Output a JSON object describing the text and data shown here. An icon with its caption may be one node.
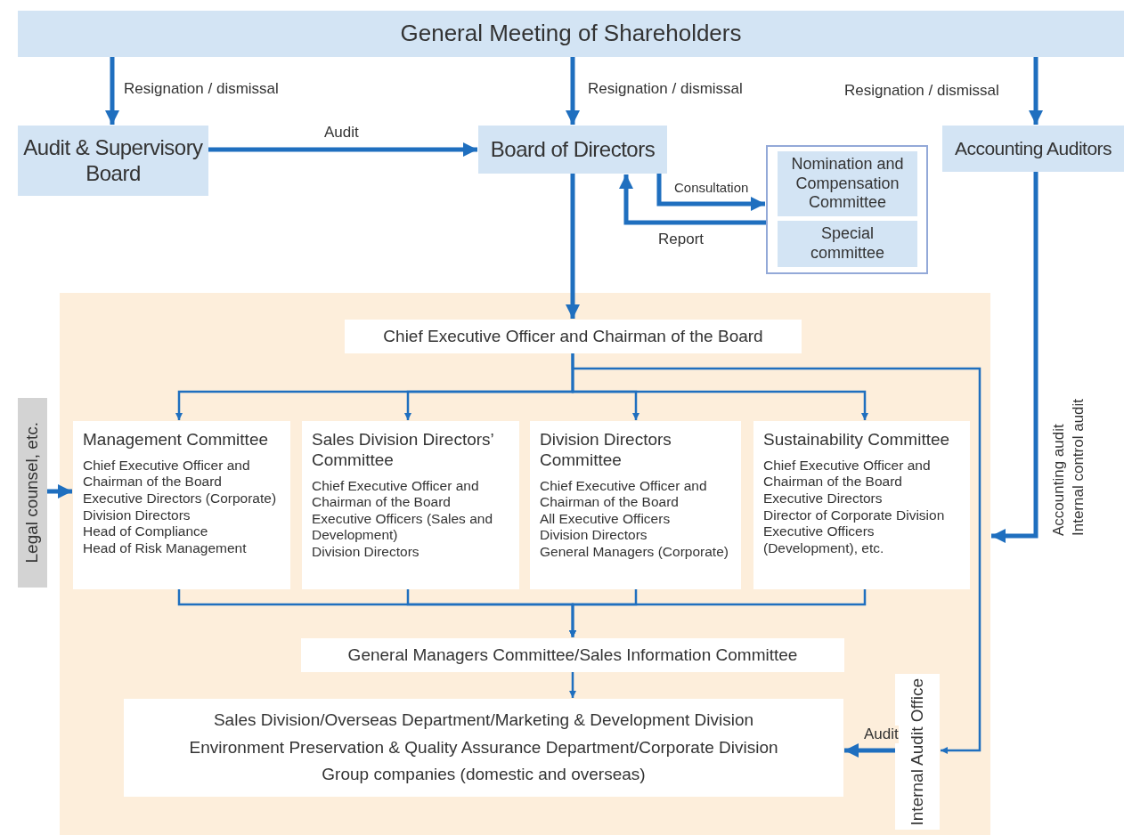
{
  "diagram": {
    "nodes": [
      {
        "text": [
          "General Meeting of Shareholders"
        ]
      },
      {
        "text": [
          "Audit & Supervisory Board"
        ]
      },
      {
        "text": [
          "Board of Directors"
        ]
      },
      {
        "text": [
          "Accounting Auditors"
        ]
      },
      {
        "text": [],
        "shape": "box"
      },
      {
        "text": [
          "Nomination and Compensation Committee"
        ],
        "in": 4
      },
      {
        "text": [
          "Special committee"
        ],
        "in": 4
      },
      {
        "text": [],
        "shape": "box"
      },
      {
        "text": [
          "Chief Executive Officer and Chairman of the Board"
        ],
        "in": 7
      },
      {
        "text": [
          "Management Committee",
          "Chief Executive Officer and Chairman of the Board",
          "Executive Directors (Corporate)",
          "Division Directors",
          "Head of Compliance",
          "Head of Risk Management"
        ],
        "in": 7
      },
      {
        "text": [
          "Sales Division Directors’ Committee",
          "Chief Executive Officer and Chairman of the Board",
          "Executive Officers (Sales and Development)",
          "Division Directors"
        ],
        "in": 7
      },
      {
        "text": [
          "Division Directors Committee",
          "Chief Executive Officer and Chairman of the Board",
          "All Executive Officers",
          "Division Directors",
          "General Managers (Corporate)"
        ],
        "in": 7
      },
      {
        "text": [
          "Sustainability Committee",
          "Chief Executive Officer and Chairman of the Board",
          "Executive Directors",
          "Director of Corporate Division",
          "Executive Officers (Development), etc."
        ],
        "in": 7
      },
      {
        "text": [
          "General Managers Committee/Sales Information Committee"
        ],
        "in": 7
      },
      {
        "text": [
          "Sales Division/Overseas Department/Marketing & Development Division",
          "Environment Preservation & Quality Assurance Department/Corporate Division",
          "Group companies (domestic and overseas)"
        ],
        "in": 7
      },
      {
        "text": [
          "Internal Audit Office"
        ],
        "in": 7
      },
      {
        "text": [
          "Legal counsel, etc."
        ]
      }
    ],
    "edges": [
      {
        "from": 0,
        "to": 1,
        "arrow": "to",
        "label": "Resignation / dismissal",
        "style": "thick"
      },
      {
        "from": 0,
        "to": 2,
        "arrow": "to",
        "label": "Resignation / dismissal",
        "style": "thick"
      },
      {
        "from": 0,
        "to": 3,
        "arrow": "to",
        "label": "Resignation / dismissal",
        "style": "thick"
      },
      {
        "from": 1,
        "to": 2,
        "arrow": "to",
        "label": "Audit",
        "style": "thick"
      },
      {
        "from": 2,
        "to": 4,
        "arrow": "to",
        "label": "Consultation",
        "style": "thick"
      },
      {
        "from": 4,
        "to": 2,
        "arrow": "to",
        "label": "Report",
        "style": "thick"
      },
      {
        "from": 2,
        "to": 8,
        "arrow": "to",
        "style": "thick"
      },
      {
        "from": 8,
        "to": 9,
        "arrow": "to"
      },
      {
        "from": 8,
        "to": 10,
        "arrow": "to"
      },
      {
        "from": 8,
        "to": 11,
        "arrow": "to"
      },
      {
        "from": 8,
        "to": 12,
        "arrow": "to"
      },
      {
        "from": 8,
        "to": 15,
        "arrow": "to"
      },
      {
        "from": 9,
        "to": 13,
        "arrow": "to"
      },
      {
        "from": 10,
        "to": 13,
        "arrow": "to"
      },
      {
        "from": 11,
        "to": 13,
        "arrow": "to"
      },
      {
        "from": 12,
        "to": 13,
        "arrow": "to"
      },
      {
        "from": 13,
        "to": 14,
        "arrow": "to"
      },
      {
        "from": 15,
        "to": 14,
        "arrow": "to",
        "label": "Audit",
        "style": "thick"
      },
      {
        "from": 16,
        "to": 9,
        "arrow": "to",
        "style": "thick"
      },
      {
        "from": 3,
        "to": 7,
        "arrow": "to",
        "label": "Accounting audit Internal control audit",
        "style": "thick"
      }
    ]
  }
}
